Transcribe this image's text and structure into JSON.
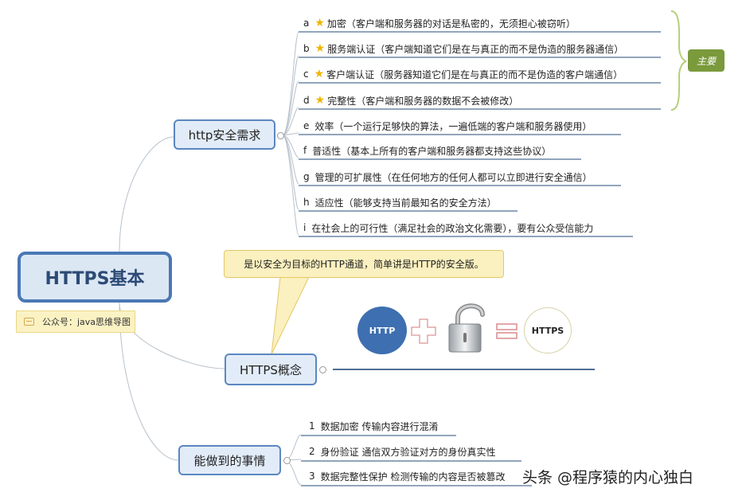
{
  "root": {
    "title": "HTTPS基本",
    "note": "公众号：java思维导图"
  },
  "security": {
    "title": "http安全需求",
    "items": [
      {
        "letter": "a",
        "star": true,
        "text": "加密（客户端和服务器的对话是私密的，无须担心被窃听）"
      },
      {
        "letter": "b",
        "star": true,
        "text": "服务端认证（客户端知道它们是在与真正的而不是伪造的服务器通信）"
      },
      {
        "letter": "c",
        "star": true,
        "text": "客户端认证（服务器知道它们是在与真正的而不是伪造的客户端通信）"
      },
      {
        "letter": "d",
        "star": true,
        "text": "完整性（客户端和服务器的数据不会被修改）"
      },
      {
        "letter": "e",
        "star": false,
        "text": "效率（一个运行足够快的算法，一遍低端的客户端和服务器使用）"
      },
      {
        "letter": "f",
        "star": false,
        "text": "普适性（基本上所有的客户端和服务器都支持这些协议）"
      },
      {
        "letter": "g",
        "star": false,
        "text": "管理的可扩展性（在任何地方的任何人都可以立即进行安全通信）"
      },
      {
        "letter": "h",
        "star": false,
        "text": "适应性（能够支持当前最知名的安全方法）"
      },
      {
        "letter": "i",
        "star": false,
        "text": "在社会上的可行性（满足社会的政治文化需要），要有公众受信能力"
      }
    ],
    "bracket_label": "主要"
  },
  "concept": {
    "title": "HTTPS概念",
    "callout": "是以安全为目标的HTTP通道，简单讲是HTTP的安全版。",
    "http_label": "HTTP",
    "https_label": "HTTPS",
    "colors": {
      "http_circle": "#3e6fb0",
      "plus": "#e0a6a8",
      "equals": "#d98b8e"
    }
  },
  "capabilities": {
    "title": "能做到的事情",
    "items": [
      {
        "num": "1",
        "text": "数据加密 传输内容进行混淆"
      },
      {
        "num": "2",
        "text": "身份验证 通信双方验证对方的身份真实性"
      },
      {
        "num": "3",
        "text": "数据完整性保护 检测传输的内容是否被篡改"
      }
    ]
  },
  "watermark": "头条 @程序猿的内心独白"
}
